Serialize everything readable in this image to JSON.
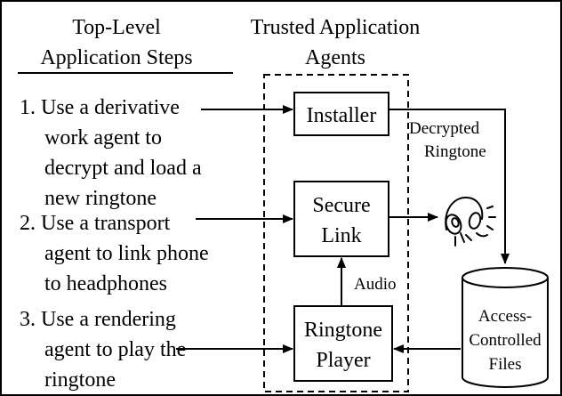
{
  "headers": {
    "left_line1": "Top-Level",
    "left_line2": "Application Steps",
    "right_line1": "Trusted Application",
    "right_line2": "Agents"
  },
  "steps": [
    {
      "lines": [
        "1. Use a derivative",
        "work agent to",
        "decrypt and load a",
        "new ringtone"
      ]
    },
    {
      "lines": [
        "2. Use a transport",
        "agent to link phone",
        "to headphones"
      ]
    },
    {
      "lines": [
        "3. Use a rendering",
        "agent to play the",
        "ringtone"
      ]
    }
  ],
  "agents": {
    "installer": "Installer",
    "secure_link_line1": "Secure",
    "secure_link_line2": "Link",
    "player_line1": "Ringtone",
    "player_line2": "Player"
  },
  "edge_labels": {
    "decrypted_line1": "Decrypted",
    "decrypted_line2": "Ringtone",
    "audio": "Audio"
  },
  "storage": {
    "line1": "Access-",
    "line2": "Controlled",
    "line3": "Files"
  },
  "icons": [
    "headphones-icon"
  ]
}
